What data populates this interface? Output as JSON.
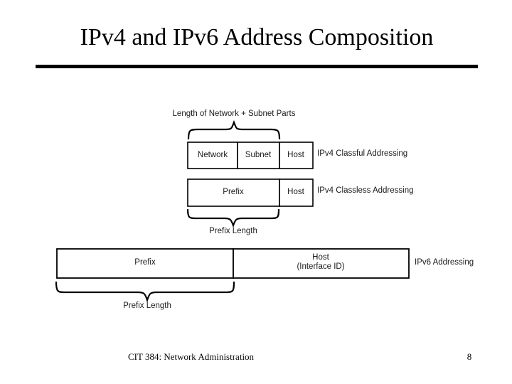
{
  "slide": {
    "title": "IPv4 and IPv6 Address Composition",
    "footer_left": "CIT 384: Network Administration",
    "page_number": "8",
    "accent_color": "#000000",
    "background_color": "#ffffff"
  },
  "diagram": {
    "row1": {
      "top_brace_label": "Length of Network + Subnet Parts",
      "boxes": [
        {
          "label": "Network"
        },
        {
          "label": "Subnet"
        },
        {
          "label": "Host"
        }
      ],
      "right_label": "IPv4 Classful Addressing"
    },
    "row2": {
      "boxes": [
        {
          "label": "Prefix"
        },
        {
          "label": "Host"
        }
      ],
      "right_label": "IPv4 Classless Addressing",
      "bottom_brace_label": "Prefix Length"
    },
    "row3": {
      "boxes": [
        {
          "label": "Prefix"
        },
        {
          "label_line1": "Host",
          "label_line2": "(Interface ID)"
        }
      ],
      "right_label": "IPv6 Addressing",
      "bottom_brace_label": "Prefix Length"
    }
  }
}
